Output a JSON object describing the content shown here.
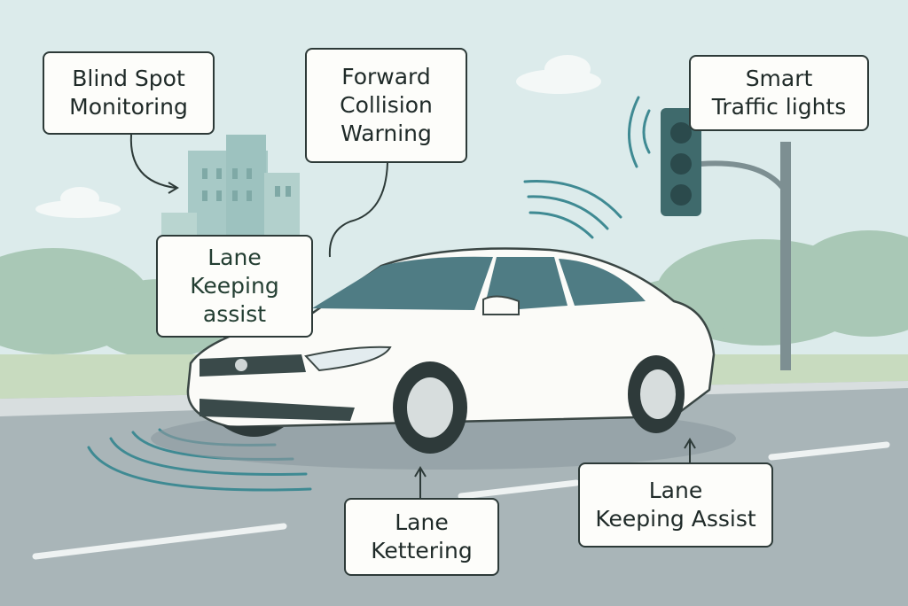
{
  "labels": {
    "blind_spot": "Blind Spot\nMonitoring",
    "forward_collision": "Forward\nCollision\nWarning",
    "smart_traffic": "Smart\nTraffic lights",
    "lane_keeping_left": "Lane\nKeeping\nassist",
    "lane_kettering": "Lane\nKettering",
    "lane_keeping_right": "Lane\nKeeping Assist"
  },
  "colors": {
    "sky": "#dcebeb",
    "road": "#a9b5b8",
    "grass": "#c8dbbf",
    "signal_waves": "#3f8a93",
    "traffic_light": "#3f6a6c",
    "car_body": "#fbfbf8"
  },
  "icons": [
    "signal-wave-icon",
    "arrow-icon"
  ]
}
